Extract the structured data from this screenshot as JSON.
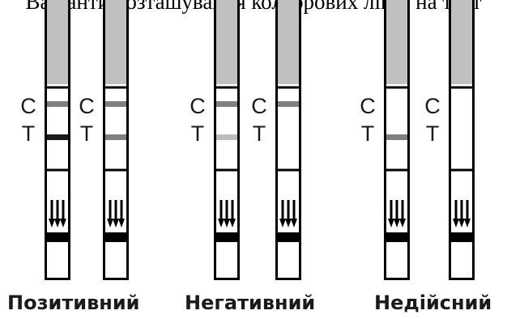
{
  "heading": "Варіанти розташування кольорових ліній на тест",
  "colors": {
    "housing": "#000000",
    "sample_pad": "#c0c0c0",
    "line_dark": "#1a1a1a",
    "line_medium": "#808080",
    "line_faint": "#bdbdbd"
  },
  "strip_labels": {
    "control": "C",
    "test": "T"
  },
  "groups": [
    {
      "caption": "Позитивний",
      "strips": [
        {
          "control_line": "medium",
          "test_line": "dark"
        },
        {
          "control_line": "medium",
          "test_line": "medium"
        }
      ]
    },
    {
      "caption": "Негативний",
      "strips": [
        {
          "control_line": "medium",
          "test_line": "faint"
        },
        {
          "control_line": "medium",
          "test_line": "none"
        }
      ]
    },
    {
      "caption": "Недійсний",
      "strips": [
        {
          "control_line": "none",
          "test_line": "medium"
        },
        {
          "control_line": "none",
          "test_line": "none"
        }
      ]
    }
  ]
}
